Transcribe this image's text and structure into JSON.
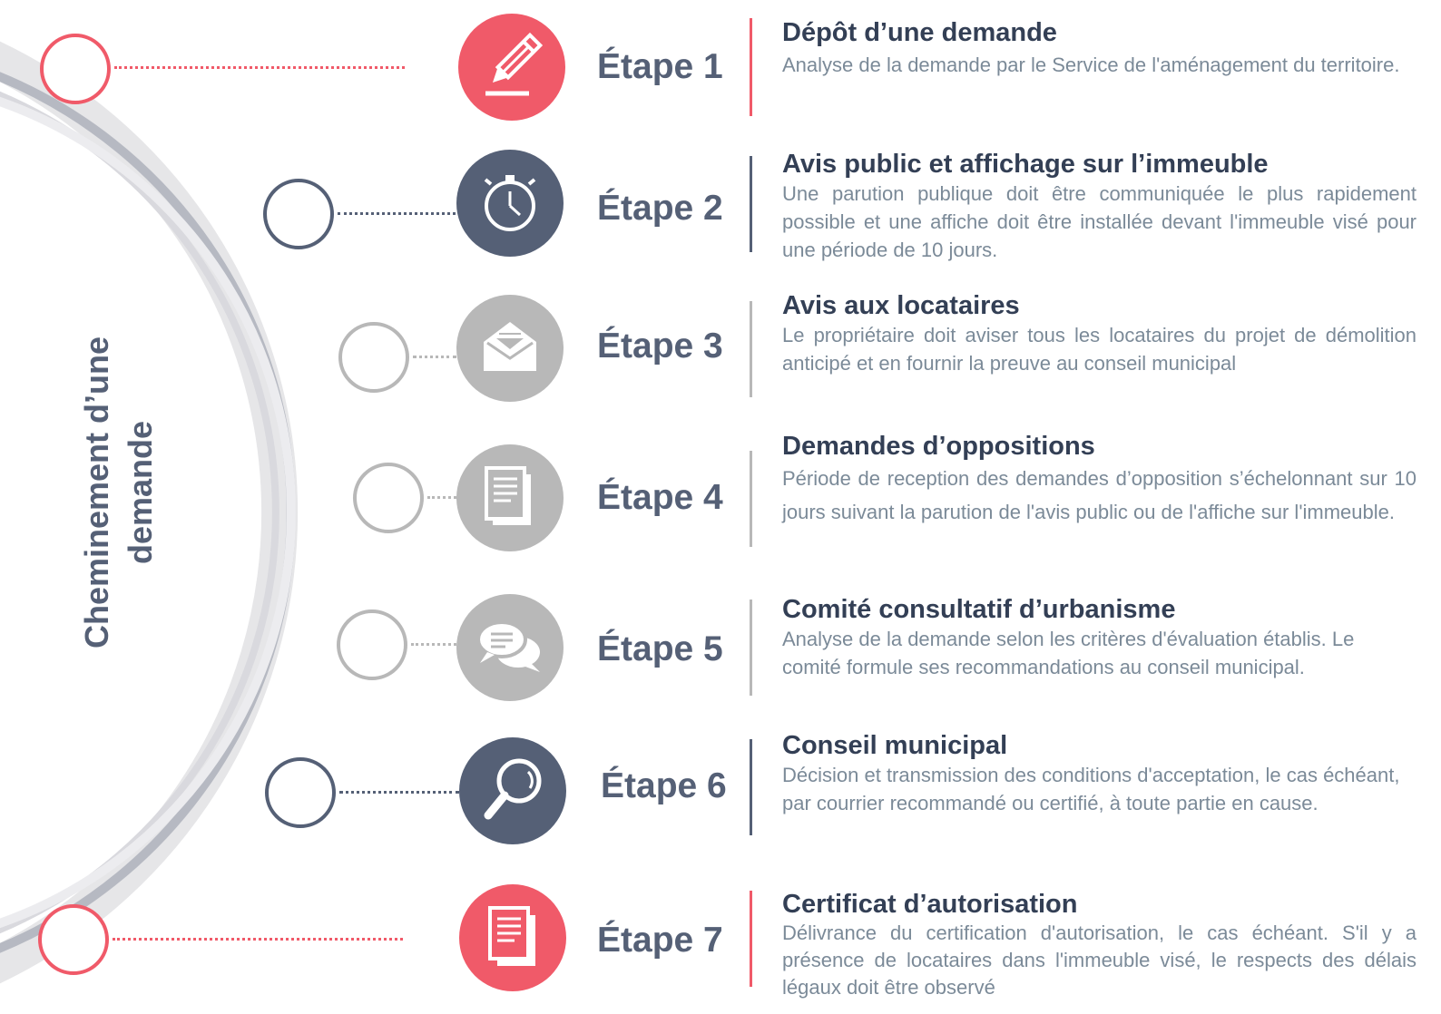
{
  "side_title": {
    "line1": "Cheminement d’une",
    "line2": "demande"
  },
  "colors": {
    "red": "#f05a69",
    "navy": "#556076",
    "grey": "#b8b8b8",
    "text": "#7b8a98"
  },
  "steps": [
    {
      "label": "Étape 1",
      "title": "Dépôt d’une demande",
      "desc": "Analyse de la demande par le Service de l'aménagement du territoire.",
      "icon": "pencil-icon",
      "color": "red"
    },
    {
      "label": "Étape 2",
      "title": "Avis public et affichage sur l’immeuble",
      "desc": "Une parution publique doit être communiquée le plus rapidement possible et une affiche doit être installée devant l'immeuble visé pour une période de 10 jours.",
      "icon": "stopwatch-icon",
      "color": "navy"
    },
    {
      "label": "Étape 3",
      "title": "Avis aux locataires",
      "desc": "Le propriétaire doit aviser tous les locataires du projet de démolition anticipé et en fournir la preuve au conseil municipal",
      "icon": "envelope-icon",
      "color": "grey"
    },
    {
      "label": "Étape 4",
      "title": "Demandes d’oppositions",
      "desc": "Période de reception des demandes d’opposition s’échelonnant sur 10 jours suivant la parution de l'avis public ou de l'affiche sur l'immeuble.",
      "icon": "documents-icon",
      "color": "grey"
    },
    {
      "label": "Étape 5",
      "title": "Comité consultatif d’urbanisme",
      "desc": "Analyse de la demande selon les critères d'évaluation établis. Le comité formule ses recommandations au conseil municipal.",
      "icon": "chat-bubbles-icon",
      "color": "grey"
    },
    {
      "label": "Étape 6",
      "title": "Conseil municipal",
      "desc": "Décision et transmission des conditions d'acceptation, le cas échéant, par courrier recommandé ou certifié, à toute partie en cause.",
      "icon": "magnifier-icon",
      "color": "navy"
    },
    {
      "label": "Étape 7",
      "title": "Certificat d’autorisation",
      "desc": "Délivrance du certification d'autorisation, le cas échéant. S'il y a présence de locataires dans l'immeuble visé, le respects des délais légaux doit être observé",
      "icon": "documents-icon",
      "color": "red"
    }
  ]
}
